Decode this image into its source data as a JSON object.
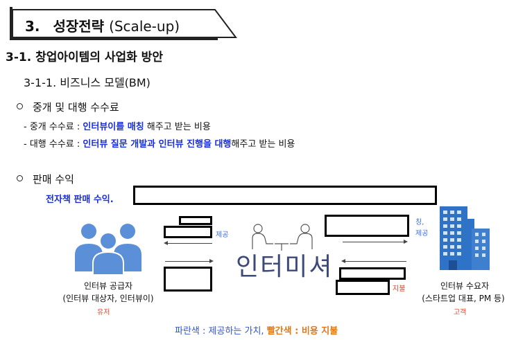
{
  "header": {
    "number": "3.",
    "title": "성장전략",
    "title_en": "(Scale-up)"
  },
  "section": {
    "title": "3-1. 창업아이템의 사업화 방안"
  },
  "subsection": {
    "title": "3-1-1. 비즈니스 모델(BM)"
  },
  "bullets": {
    "fee": "중개 및 대행 수수료",
    "sales": "판매 수익"
  },
  "fee_items": [
    {
      "prefix": "- 중개 수수료 : ",
      "highlight": "인터뷰이를 매칭",
      "suffix": " 해주고 받는 비용"
    },
    {
      "prefix": "- 대행 수수료 : ",
      "highlight": "인터뷰 질문 개발과 인터뷰 진행을 대행",
      "suffix": "해주고 받는 비용"
    }
  ],
  "sales_line": "전자책 판매 수익.",
  "diagram": {
    "supplier": {
      "name": "인터뷰 공급자",
      "desc": "(인터뷰 대상자, 인터뷰이)",
      "role": "유저"
    },
    "consumer": {
      "name": "인터뷰 수요자",
      "desc": "(스타트업 대표, PM 등)",
      "role": "고객"
    },
    "left_provide": "제공",
    "right_provide_a": "칭,",
    "right_provide_b": "제공",
    "right_pay": "지불",
    "brand": "인터미셔",
    "colors": {
      "value": "#3a6ed6",
      "cost": "#e0412a",
      "people": "#5b8fd8"
    }
  },
  "legend": {
    "blue_word": "파란색",
    "blue_desc": " : 제공하는 가치, ",
    "red_word": "빨간색",
    "red_desc": " : 비용 지불"
  }
}
